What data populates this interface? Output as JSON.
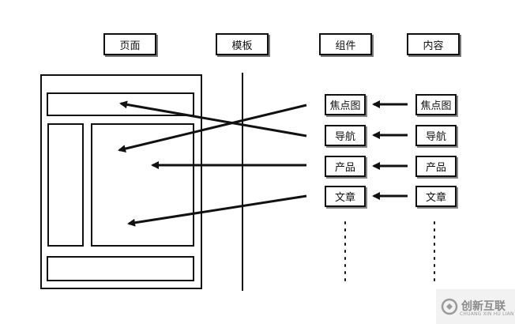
{
  "headers": {
    "page": "页面",
    "template": "模板",
    "component": "组件",
    "content": "内容"
  },
  "components": [
    "焦点图",
    "导航",
    "产品",
    "文章"
  ],
  "contents": [
    "焦点图",
    "导航",
    "产品",
    "文章"
  ],
  "watermark": {
    "text": "创新互联",
    "sub": "CHUANG XIN HU LIAN"
  }
}
